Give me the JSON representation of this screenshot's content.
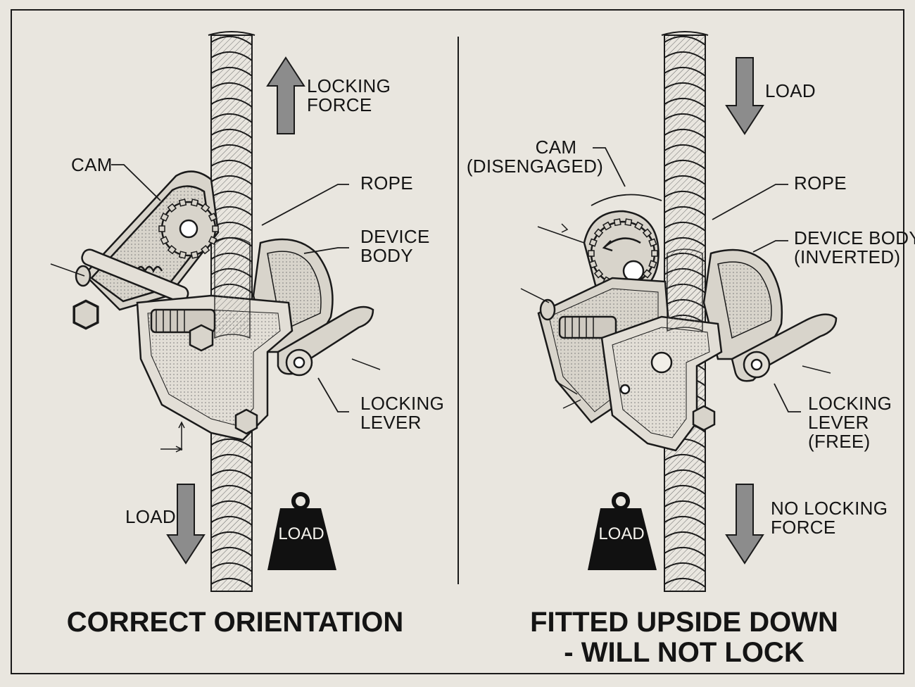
{
  "left": {
    "locking_force": [
      "LOCKING",
      "FORCE"
    ],
    "cam": "CAM",
    "rope": "ROPE",
    "device_body": [
      "DEVICE",
      "BODY"
    ],
    "locking_lever": [
      "LOCKING",
      "LEVER"
    ],
    "load_arrow": "LOAD",
    "weight": "LOAD",
    "caption": "CORRECT ORIENTATION"
  },
  "right": {
    "load_arrow": "LOAD",
    "cam": [
      "CAM",
      "(DISENGAGED)"
    ],
    "rope": "ROPE",
    "device_body": [
      "DEVICE BODY",
      "(INVERTED)"
    ],
    "locking_lever": [
      "LOCKING",
      "LEVER",
      "(FREE)"
    ],
    "no_locking_force": [
      "NO LOCKING",
      "FORCE"
    ],
    "weight": "LOAD",
    "caption": [
      "FITTED UPSIDE DOWN",
      "- WILL NOT LOCK"
    ]
  },
  "colors": {
    "background": "#e9e6df",
    "ink": "#141414",
    "arrow_fill": "#8c8c8c",
    "metal": "#d8d4cb"
  }
}
